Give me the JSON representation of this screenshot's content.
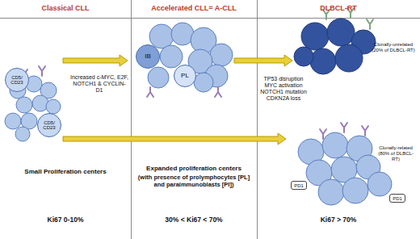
{
  "diagram": {
    "nodes": [
      {
        "text": [
          "Classical CLL"
        ]
      },
      {
        "text": [
          "CD5/ CD23"
        ],
        "in": 0
      },
      {
        "text": [
          "CD5/ CD23"
        ],
        "in": 0
      },
      {
        "text": [
          "Accelerated CLL= A-CLL"
        ]
      },
      {
        "text": [
          "IB"
        ],
        "in": 3
      },
      {
        "text": [
          "PL"
        ],
        "in": 3
      },
      {
        "text": [
          "DLBCL-RT"
        ]
      },
      {
        "text": [
          "PD1"
        ],
        "in": 6
      },
      {
        "text": [
          "PD1"
        ],
        "in": 6
      }
    ],
    "labels": [
      "Increased c-MYC, E2F, NOTCH1 & CYCLIN-D1",
      "TP53 disruption MYC activation NOTCH1 mutation CDKN2A loss",
      "Clonally-unrelated (20% of DLBCL-RT)",
      "Clonally-related (80% of DLBCL-RT)",
      "Small Proliferation centers",
      "Expanded proliferation centers",
      "(with presence of prolymphocytes [PL] and paraimmunoblasts [PI])",
      "Ki67 0-10%",
      "30% < Ki67 < 70%",
      "Ki67 > 70%"
    ]
  }
}
